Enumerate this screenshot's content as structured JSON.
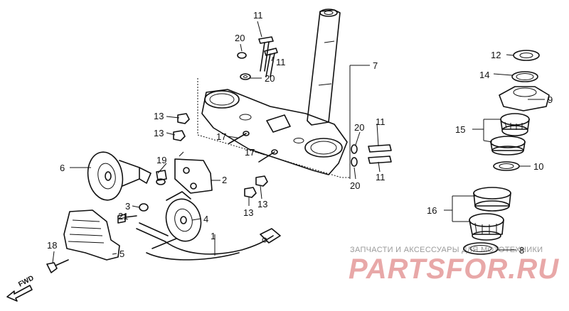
{
  "diagram": {
    "part_numbers": {
      "c1": "1",
      "c2": "2",
      "c3": "3",
      "c4": "4",
      "c5": "5",
      "c6": "6",
      "c7": "7",
      "c8": "8",
      "c9": "9",
      "c10": "10",
      "c11a": "11",
      "c11b": "11",
      "c11c": "11",
      "c11d": "11",
      "c12": "12",
      "c13a": "13",
      "c13b": "13",
      "c13c": "13",
      "c13d": "13",
      "c14": "14",
      "c15": "15",
      "c16": "16",
      "c17a": "17",
      "c17b": "17",
      "c18": "18",
      "c19": "19",
      "c20a": "20",
      "c20b": "20",
      "c20c": "20",
      "c20d": "20",
      "c21": "21"
    },
    "fwd_label": "FWD"
  },
  "watermark": {
    "caption": "ЗАПЧАСТИ И АКСЕССУАРЫ ДЛЯ МОТОТЕХНИКИ",
    "brand": "PARTSFOR.RU"
  }
}
